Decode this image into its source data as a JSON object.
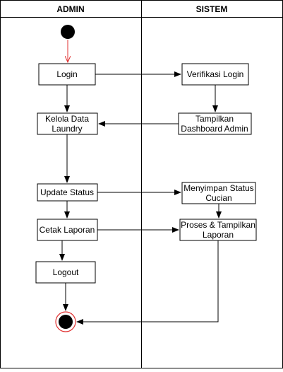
{
  "lanes": {
    "admin": "ADMIN",
    "sistem": "SISTEM"
  },
  "nodes": {
    "login": [
      "Login"
    ],
    "verifikasi": [
      "Verifikasi Login"
    ],
    "kelola": [
      "Kelola Data",
      "Laundry"
    ],
    "dashboard": [
      "Tampilkan",
      "Dashboard Admin"
    ],
    "update": [
      "Update Status"
    ],
    "simpan": [
      "Menyimpan Status",
      "Cucian"
    ],
    "cetak": [
      "Cetak Laporan"
    ],
    "proses": [
      "Proses & Tampilkan",
      "Laporan"
    ],
    "logout": [
      "Logout"
    ]
  },
  "colors": {
    "line": "#000000",
    "fill": "#ffffff",
    "start_arrow": "#e03030",
    "end_ring": "#e03030"
  }
}
